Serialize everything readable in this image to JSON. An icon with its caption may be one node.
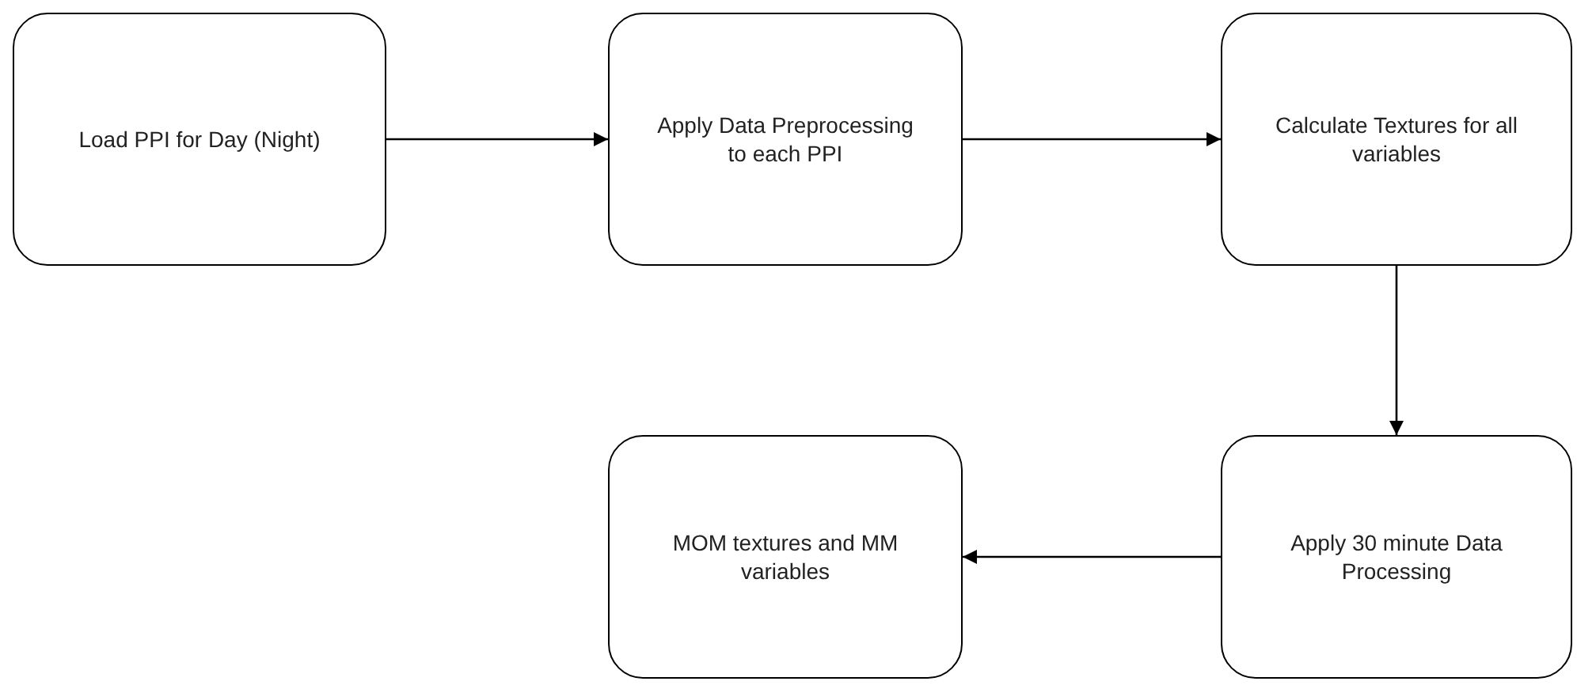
{
  "diagram": {
    "nodes": [
      {
        "text": [
          "Load PPI for Day (Night)"
        ]
      },
      {
        "text": [
          "Apply Data Preprocessing to each PPI"
        ]
      },
      {
        "text": [
          "Calculate Textures for all variables"
        ]
      },
      {
        "text": [
          "Apply 30 minute Data Processing"
        ]
      },
      {
        "text": [
          "MOM textures and MM variables"
        ]
      }
    ],
    "edges": [
      {
        "from": 0,
        "to": 1,
        "arrow": "to"
      },
      {
        "from": 1,
        "to": 2,
        "arrow": "to"
      },
      {
        "from": 2,
        "to": 3,
        "arrow": "to"
      },
      {
        "from": 3,
        "to": 4,
        "arrow": "to"
      }
    ]
  }
}
